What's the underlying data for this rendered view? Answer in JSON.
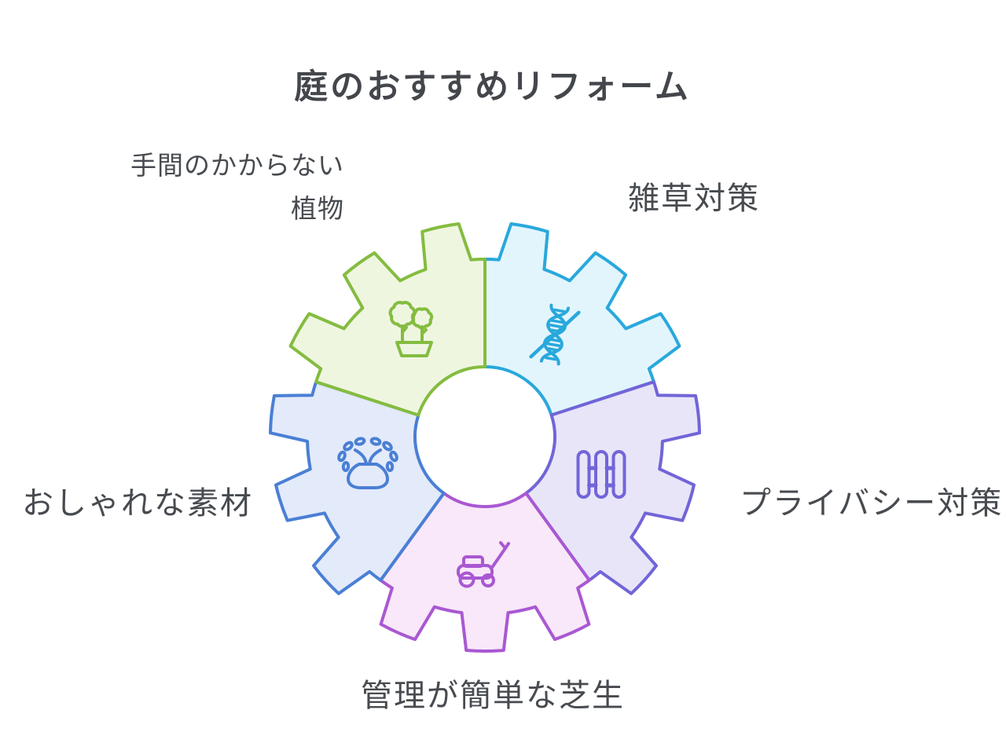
{
  "title": "庭のおすすめリフォーム",
  "diagram": {
    "type": "gear-cycle",
    "background": "#ffffff",
    "text_color": "#474b50",
    "hub_fill": "#ffffff",
    "items": [
      {
        "label": "雑草対策",
        "icon": "dna-slash-icon",
        "stroke": "#29A8DC",
        "fill": "#E2F5FC",
        "angle_start": 0
      },
      {
        "label": "プライバシー対策",
        "icon": "fence-icon",
        "stroke": "#7165D8",
        "fill": "#E8E5F8",
        "angle_start": 72
      },
      {
        "label": "管理が簡単な芝生",
        "icon": "lawnmower-icon",
        "stroke": "#A958D2",
        "fill": "#F8E8F9",
        "angle_start": 144
      },
      {
        "label": "おしゃれな素材",
        "icon": "fountain-icon",
        "stroke": "#4A7FD4",
        "fill": "#E3EAFA",
        "angle_start": 216
      },
      {
        "label": "手間のかからない\n植物",
        "icon": "potted-plants-icon",
        "stroke": "#84BC40",
        "fill": "#EFF6E0",
        "angle_start": 288
      }
    ]
  }
}
